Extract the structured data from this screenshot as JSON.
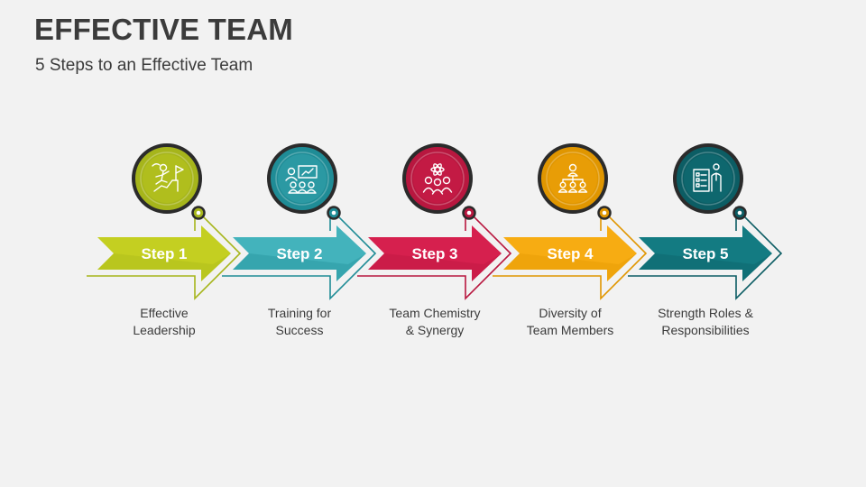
{
  "title": "EFFECTIVE TEAM",
  "subtitle": "5 Steps to an Effective Team",
  "steps": [
    {
      "label": "Step 1",
      "caption": [
        "Effective",
        "Leadership"
      ],
      "color": "#a6b51b",
      "light": "#c4cf21",
      "icon": "leader-climbing-to-flag-icon"
    },
    {
      "label": "Step 2",
      "caption": [
        "Training for",
        "Success"
      ],
      "color": "#1f8c96",
      "light": "#43b3bc",
      "icon": "team-training-presentation-icon"
    },
    {
      "label": "Step 3",
      "caption": [
        "Team Chemistry",
        "& Synergy"
      ],
      "color": "#b8173f",
      "light": "#d6204e",
      "icon": "team-chemistry-atom-icon"
    },
    {
      "label": "Step 4",
      "caption": [
        "Diversity of",
        "Team Members"
      ],
      "color": "#e09600",
      "light": "#f7ac12",
      "icon": "organization-hierarchy-icon"
    },
    {
      "label": "Step 5",
      "caption": [
        "Strength Roles &",
        "Responsibilities"
      ],
      "color": "#0c5d64",
      "light": "#137b82",
      "icon": "roles-checklist-person-icon"
    }
  ],
  "colors": {
    "background": "#f2f2f2",
    "title": "#3b3b3b",
    "circle_ring": "#2b2b2b"
  }
}
